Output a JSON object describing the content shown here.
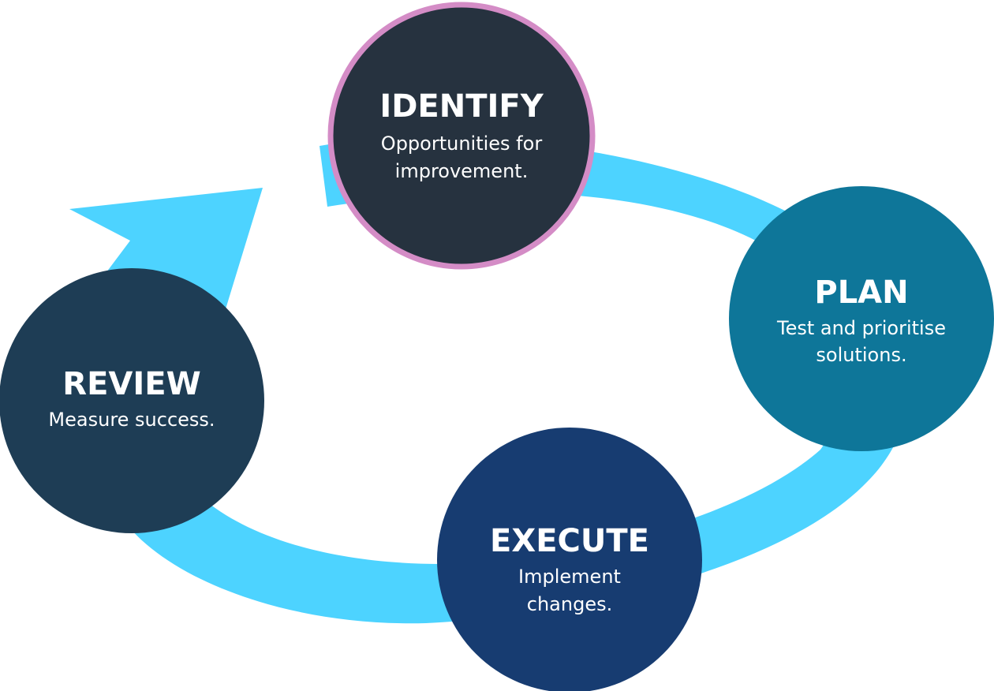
{
  "colors": {
    "arrow": "#4dd3ff",
    "identify_fill": "#26323f",
    "identify_ring": "#d48cc6",
    "plan_fill": "#0e7699",
    "execute_fill": "#173c71",
    "review_fill": "#1e3d55",
    "text": "#ffffff"
  },
  "steps": {
    "identify": {
      "title": "IDENTIFY",
      "desc_line1": "Opportunities for",
      "desc_line2": "improvement."
    },
    "plan": {
      "title": "PLAN",
      "desc_line1": "Test and prioritise",
      "desc_line2": "solutions."
    },
    "execute": {
      "title": "EXECUTE",
      "desc_line1": "Implement",
      "desc_line2": "changes."
    },
    "review": {
      "title": "REVIEW",
      "desc_line1": "Measure success."
    }
  }
}
